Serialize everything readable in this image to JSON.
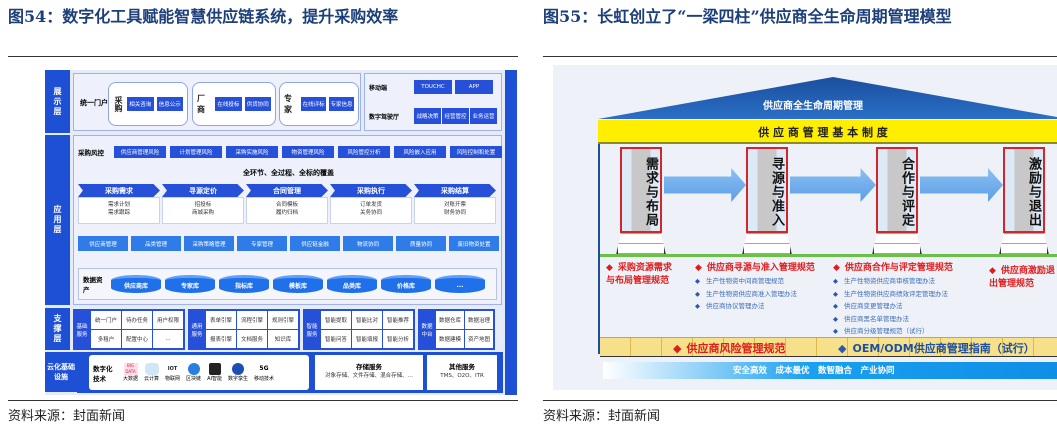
{
  "left": {
    "title": "图54：数字化工具赋能智慧供应链系统，提升采购效率",
    "source": "资料来源：封面新闻",
    "figure": {
      "layers": [
        "展示层",
        "应用层",
        "支撑层",
        "云化基础设施"
      ],
      "portal": {
        "label": "统一门户",
        "groups": [
          {
            "name": "采购",
            "items": [
              "相关咨询",
              "信息公示"
            ]
          },
          {
            "name": "厂商",
            "items": [
              "在线投标",
              "供货协同"
            ]
          },
          {
            "name": "专家",
            "items": [
              "在线评标",
              "专家信息"
            ]
          }
        ]
      },
      "mobile": {
        "label": "移动端",
        "items": [
          "TOUCHC",
          "APP"
        ]
      },
      "hall": {
        "label": "数字驾驶厅",
        "items": [
          "战略决策",
          "经营管控",
          "业务运营"
        ]
      },
      "risk": {
        "label": "采购风控",
        "items": [
          "供应商管理风险",
          "计划管理风险",
          "采购实施风险",
          "物资管理风险",
          "风险管控分析",
          "风险嵌入应用",
          "风险控制和处置"
        ]
      },
      "coverage": "全环节、全过程、全标的覆盖",
      "process": [
        {
          "name": "采购需求",
          "sub": [
            "需求计划",
            "需求跟踪"
          ]
        },
        {
          "name": "寻源定价",
          "sub": [
            "招投标",
            "商城采购"
          ]
        },
        {
          "name": "合同管理",
          "sub": [
            "合同模板",
            "履约归档"
          ]
        },
        {
          "name": "采购执行",
          "sub": [
            "订单发货",
            "关务协同"
          ]
        },
        {
          "name": "采购结算",
          "sub": [
            "对账开票",
            "财务协同"
          ]
        }
      ],
      "services": [
        "供应商管理",
        "品类管理",
        "采购策略管理",
        "专家管理",
        "供应链金融",
        "物流协同",
        "质量协同",
        "废旧物资处置"
      ],
      "assets": {
        "label": "数据资产",
        "items": [
          "供应商库",
          "专家库",
          "指标库",
          "模板库",
          "品类库",
          "价格库",
          "..."
        ]
      },
      "support": [
        {
          "name": "基础服务",
          "items": [
            "统一门户",
            "待办任务",
            "用户权限",
            "多租户",
            "配置中心",
            "..."
          ]
        },
        {
          "name": "通用服务",
          "items": [
            "表单引擎",
            "流程引擎",
            "规则引擎",
            "报表引擎",
            "文档服务",
            "知识库"
          ]
        },
        {
          "name": "智能服务",
          "items": [
            "智能提取",
            "智能比对",
            "智能推荐",
            "智能问答",
            "智能填报",
            "智能分析"
          ]
        },
        {
          "name": "数据中台",
          "items": [
            "数据仓库",
            "数据治理",
            "数据建模",
            "资产地图"
          ]
        }
      ],
      "tech": {
        "label": "数字化技术",
        "items": [
          {
            "name": "大数据",
            "icon": "BIG DATA"
          },
          {
            "name": "云计算",
            "icon": "cloud-icon"
          },
          {
            "name": "物联网",
            "icon": "IOT"
          },
          {
            "name": "区块链",
            "icon": "blockchain-icon"
          },
          {
            "name": "AI智能",
            "icon": "ai-chip-icon"
          },
          {
            "name": "数字孪生",
            "icon": "twin-icon"
          },
          {
            "name": "移动技术",
            "icon": "5G"
          }
        ]
      },
      "storage": {
        "label": "存储服务",
        "desc": "对象存储、文件存储、混合存储、..."
      },
      "other": {
        "label": "其他服务",
        "desc": "TMS、O2O、ITR"
      }
    }
  },
  "right": {
    "title": "图55：长虹创立了“一梁四柱”供应商全生命周期管理模型",
    "source": "资料来源：封面新闻",
    "figure": {
      "roof": "供应商全生命周期管理",
      "beam": "供 应 商 管 理 基 本 制 度",
      "pillars": [
        "需求与布局",
        "寻源与准入",
        "合作与评定",
        "激励与退出"
      ],
      "specs": [
        {
          "title": "采购资源需求与布局管理规范",
          "items": []
        },
        {
          "title": "供应商寻源与准入管理规范",
          "items": [
            "生产性物资中间商管理规范",
            "生产性物资供应商准入管理办法",
            "供应商协议管理办法"
          ]
        },
        {
          "title": "供应商合作与评定管理规范",
          "items": [
            "生产性物资供应商审核管理办法",
            "生产性物资供应商绩效评定管理办法",
            "供应商变更管理办法",
            "供应商黑名单管理办法",
            "供应商分级管理规范（试行）"
          ]
        },
        {
          "title": "供应商激励退出管理规范",
          "items": []
        }
      ],
      "foundation": [
        "供应商风险管理规范",
        "OEM/ODM供应商管理指南（试行）"
      ],
      "goals": "安全高效　成本最优　数智融合　产业协同"
    }
  },
  "colors": {
    "title": "#1c3f7a",
    "primary_blue": "#2650d8",
    "beam_yellow": "#ffee00",
    "red": "#e01c1c"
  }
}
